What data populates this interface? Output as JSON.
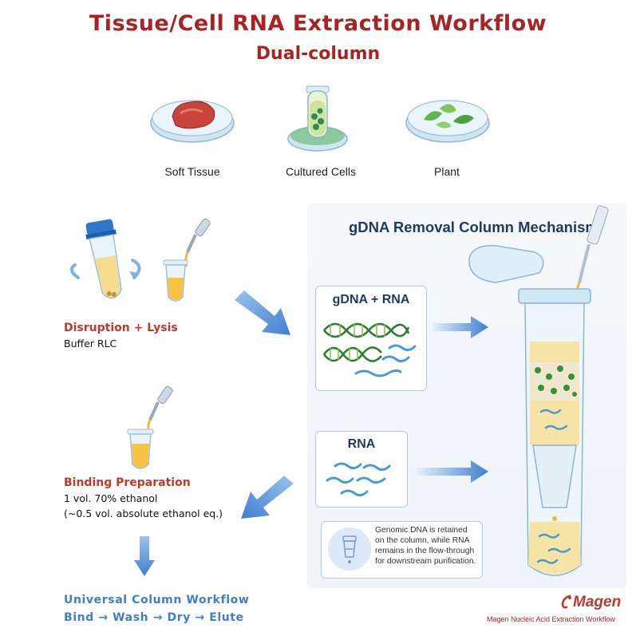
{
  "title": "Tissue/Cell RNA Extraction Workflow",
  "subtitle": "Dual-column",
  "sample_types": [
    {
      "label": "Soft Tissue",
      "icon": "soft-tissue-dish-icon"
    },
    {
      "label": "Cultured  Cells",
      "icon": "cultured-cells-dish-icon"
    },
    {
      "label": "Plant",
      "icon": "plant-dish-icon"
    }
  ],
  "steps": {
    "lysis": {
      "title": "Disruption + Lysis",
      "lines": [
        "Buffer RLC"
      ]
    },
    "binding": {
      "title": "Binding  Preparation",
      "lines": [
        "1 vol. 70% ethanol",
        "(~0.5 vol. absolute ethanol eq.)"
      ]
    },
    "workflow": {
      "lines": [
        "Universal  Column  Workflow",
        "Bind → Wash → Dry → Elute"
      ]
    }
  },
  "mechanism": {
    "title": "gDNA Removal Column Mechanism",
    "box_top": "gDNA + RNA",
    "box_bottom": "RNA",
    "note_lines": [
      "Genomic DNA is retained",
      "on the column, while RNA",
      "remains in the flow-through",
      "for downstream purification."
    ]
  },
  "brand": {
    "logo_text": "Magen",
    "footer": "Magen Nucleic Acid Extraction Workflow"
  },
  "colors": {
    "title_red": "#a82424",
    "step_red": "#c0392b",
    "workflow_blue": "#3f7fc7",
    "arrow_blue": "#4a86d4",
    "panel_navy": "#1e3a5f"
  }
}
